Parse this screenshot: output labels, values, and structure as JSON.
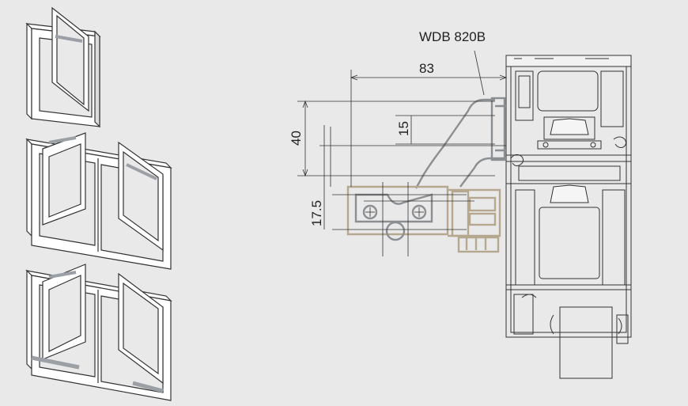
{
  "drawing": {
    "part_label": "WDB 820B",
    "dimensions": {
      "width": "83",
      "height_outer": "40",
      "height_inner": "15",
      "offset": "17.5"
    }
  },
  "colors": {
    "background": "#e9e9ea",
    "line": "#333333",
    "hinge_grey": "#8c8f92",
    "bracket_tan": "#b5a88f"
  }
}
